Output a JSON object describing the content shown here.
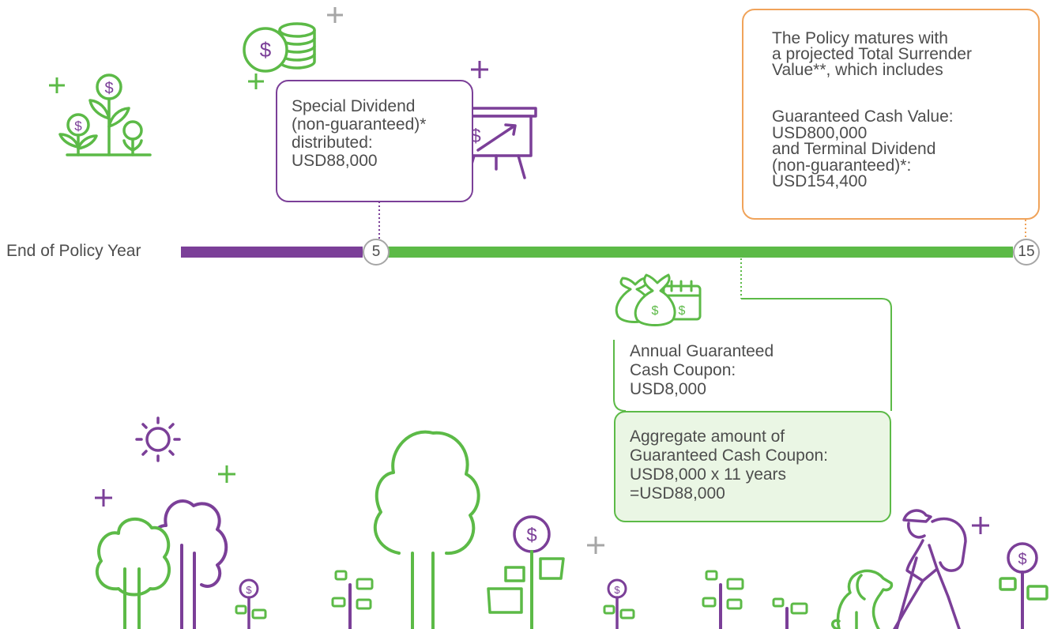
{
  "timeline": {
    "label": "End of Policy Year",
    "marker_year_5": "5",
    "marker_year_15": "15"
  },
  "special_dividend": {
    "lines": [
      "Special Dividend",
      "(non-guaranteed)*",
      "distributed:",
      "USD88,000"
    ]
  },
  "maturity": {
    "intro_lines": [
      "The Policy matures with",
      "a projected Total Surrender",
      "Value**, which includes"
    ],
    "detail_lines": [
      "Guaranteed Cash Value:",
      "USD800,000",
      "and Terminal Dividend",
      "(non-guaranteed)*:",
      "USD154,400"
    ]
  },
  "annual_coupon": {
    "lines": [
      "Annual Guaranteed",
      "Cash Coupon:",
      "USD8,000"
    ]
  },
  "aggregate_coupon": {
    "lines": [
      "Aggregate amount of",
      "Guaranteed Cash Coupon:",
      "USD8,000 x 11 years",
      "=USD88,000"
    ]
  },
  "icons": {
    "dollar_symbol": "$",
    "plus_symbol": "+"
  },
  "colors": {
    "purple": "#7b3f98",
    "green": "#5cba47",
    "orange": "#f0a35a",
    "grey": "#a6a6a6",
    "light_green": "#eaf6e4"
  }
}
